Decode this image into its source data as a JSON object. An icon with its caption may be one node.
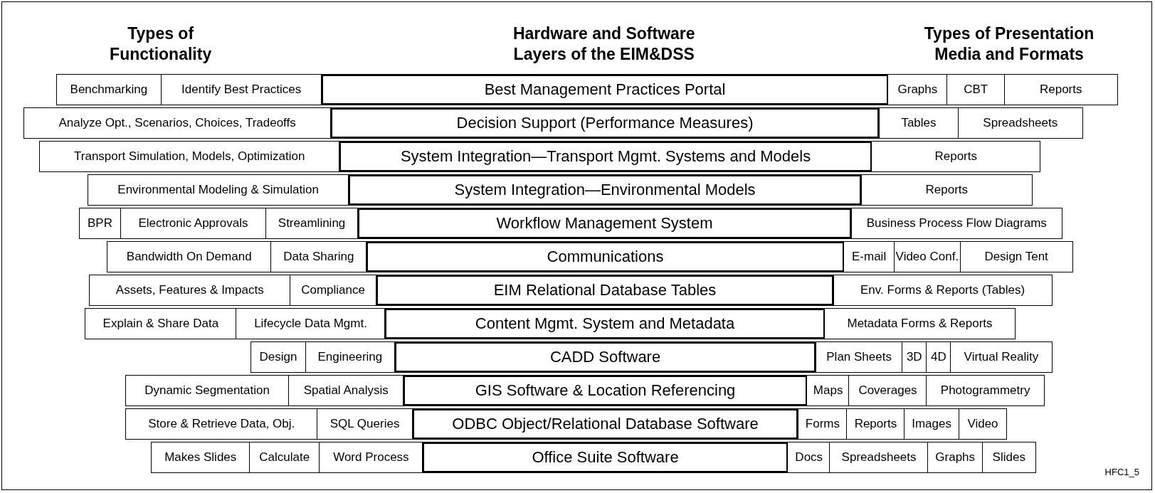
{
  "diagram": {
    "nodes": [
      {
        "text": [
          "Benchmarking"
        ]
      },
      {
        "text": [
          "Identify Best Practices"
        ]
      },
      {
        "text": [
          "Best Management Practices Portal"
        ]
      },
      {
        "text": [
          "Graphs"
        ]
      },
      {
        "text": [
          "CBT"
        ]
      },
      {
        "text": [
          "Reports"
        ]
      },
      {
        "text": [
          "Analyze Opt., Scenarios, Choices, Tradeoffs"
        ]
      },
      {
        "text": [
          "Decision Support (Performance Measures)"
        ]
      },
      {
        "text": [
          "Tables"
        ]
      },
      {
        "text": [
          "Spreadsheets"
        ]
      },
      {
        "text": [
          "Transport Simulation, Models, Optimization"
        ]
      },
      {
        "text": [
          "System Integration—Transport Mgmt. Systems and Models"
        ]
      },
      {
        "text": [
          "Reports"
        ]
      },
      {
        "text": [
          "Environmental Modeling & Simulation"
        ]
      },
      {
        "text": [
          "System Integration—Environmental Models"
        ]
      },
      {
        "text": [
          "Reports"
        ]
      },
      {
        "text": [
          "BPR"
        ]
      },
      {
        "text": [
          "Electronic Approvals"
        ]
      },
      {
        "text": [
          "Streamlining"
        ]
      },
      {
        "text": [
          "Workflow Management System"
        ]
      },
      {
        "text": [
          "Business Process Flow Diagrams"
        ]
      },
      {
        "text": [
          "Bandwidth On Demand"
        ]
      },
      {
        "text": [
          "Data Sharing"
        ]
      },
      {
        "text": [
          "Communications"
        ]
      },
      {
        "text": [
          "E-mail"
        ]
      },
      {
        "text": [
          "Video Conf."
        ]
      },
      {
        "text": [
          "Design Tent"
        ]
      },
      {
        "text": [
          "Assets, Features &  Impacts"
        ]
      },
      {
        "text": [
          "Compliance"
        ]
      },
      {
        "text": [
          "EIM Relational Database Tables"
        ]
      },
      {
        "text": [
          "Env. Forms & Reports (Tables)"
        ]
      },
      {
        "text": [
          "Explain & Share Data"
        ]
      },
      {
        "text": [
          "Lifecycle Data Mgmt."
        ]
      },
      {
        "text": [
          "Content Mgmt. System and Metadata"
        ]
      },
      {
        "text": [
          "Metadata Forms & Reports"
        ]
      },
      {
        "text": [
          "Design"
        ]
      },
      {
        "text": [
          "Engineering"
        ]
      },
      {
        "text": [
          "CADD Software"
        ]
      },
      {
        "text": [
          "Plan Sheets"
        ]
      },
      {
        "text": [
          "3D"
        ]
      },
      {
        "text": [
          "4D"
        ]
      },
      {
        "text": [
          "Virtual Reality"
        ]
      },
      {
        "text": [
          "Dynamic Segmentation"
        ]
      },
      {
        "text": [
          "Spatial Analysis"
        ]
      },
      {
        "text": [
          "GIS Software & Location Referencing"
        ]
      },
      {
        "text": [
          "Maps"
        ]
      },
      {
        "text": [
          "Coverages"
        ]
      },
      {
        "text": [
          "Photogrammetry"
        ]
      },
      {
        "text": [
          "Store & Retrieve Data, Obj."
        ]
      },
      {
        "text": [
          "SQL Queries"
        ]
      },
      {
        "text": [
          "ODBC Object/Relational Database Software"
        ]
      },
      {
        "text": [
          "Forms"
        ]
      },
      {
        "text": [
          "Reports"
        ]
      },
      {
        "text": [
          "Images"
        ]
      },
      {
        "text": [
          "Video"
        ]
      },
      {
        "text": [
          "Makes Slides"
        ]
      },
      {
        "text": [
          "Calculate"
        ]
      },
      {
        "text": [
          "Word Process"
        ]
      },
      {
        "text": [
          "Office Suite Software"
        ]
      },
      {
        "text": [
          "Docs"
        ]
      },
      {
        "text": [
          "Spreadsheets"
        ]
      },
      {
        "text": [
          "Graphs"
        ]
      },
      {
        "text": [
          "Slides"
        ]
      }
    ],
    "labels": [
      "Types of Functionality",
      "Hardware and Software Layers of the EIM&DSS",
      "Types of Presentation Media and Formats",
      "HFC1_5"
    ]
  }
}
